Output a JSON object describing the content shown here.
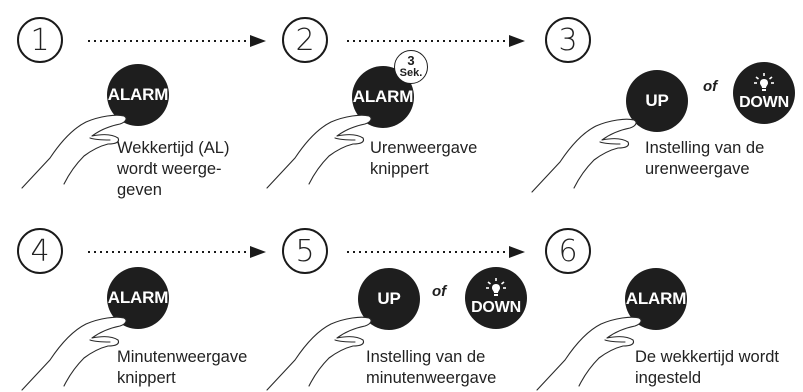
{
  "steps": [
    {
      "number": "1",
      "buttons": [
        "ALARM"
      ],
      "caption": "Wekkertijd (AL)\nwordt weerge-\ngeven"
    },
    {
      "number": "2",
      "buttons": [
        "ALARM"
      ],
      "badge": {
        "value": "3",
        "unit": "Sek."
      },
      "caption": "Urenweergave\nknippert"
    },
    {
      "number": "3",
      "buttons": [
        "UP",
        "DOWN"
      ],
      "connector": "of",
      "caption": "Instelling van de\nurenweergave"
    },
    {
      "number": "4",
      "buttons": [
        "ALARM"
      ],
      "caption": "Minutenweergave\nknippert"
    },
    {
      "number": "5",
      "buttons": [
        "UP",
        "DOWN"
      ],
      "connector": "of",
      "caption": "Instelling van de\nminutenweergave"
    },
    {
      "number": "6",
      "buttons": [
        "ALARM"
      ],
      "caption": "De wekkertijd wordt\ningesteld"
    }
  ],
  "icons": {
    "hand": "pointing-hand-icon",
    "light": "light-bulb-icon",
    "arrow": "dotted-arrow"
  },
  "colors": {
    "button": "#1e1e1e",
    "line": "#1a1a1a",
    "text": "#222222"
  }
}
